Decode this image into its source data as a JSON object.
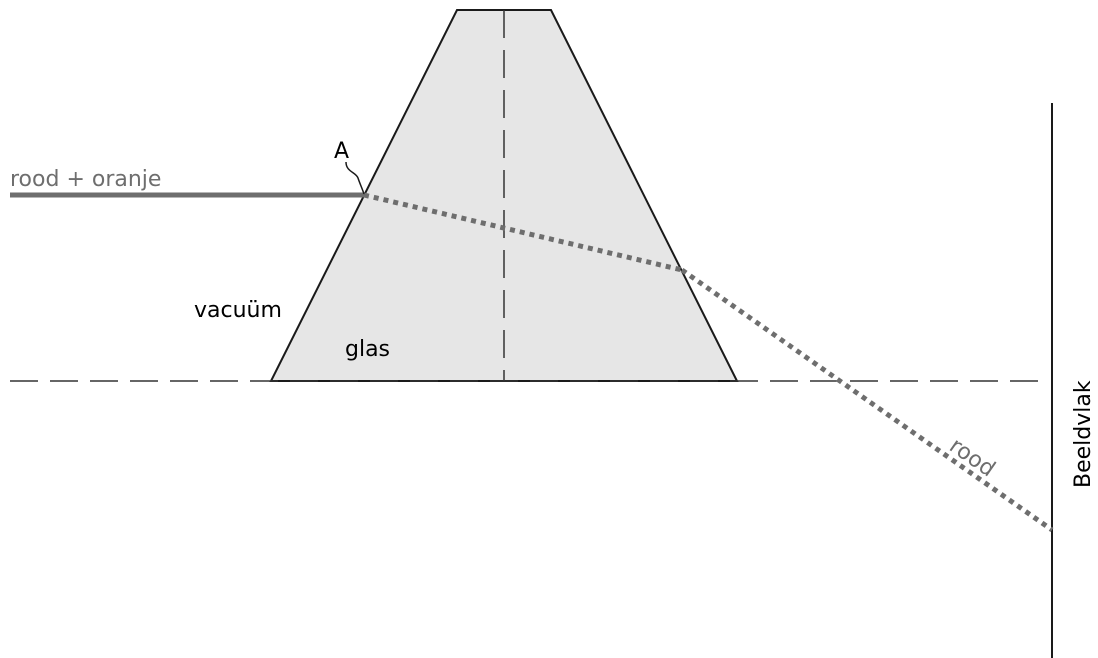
{
  "labels": {
    "incoming_ray": "rood + oranje",
    "point": "A",
    "medium_outside": "vacuüm",
    "medium_inside": "glas",
    "outgoing_ray": "rood",
    "screen": "Beeldvlak"
  },
  "colors": {
    "prism_fill": "#e6e6e6",
    "outline": "#1a1a1a",
    "ray": "#6e6e6e",
    "dashed_axis": "#333333",
    "label_dark": "#000000",
    "label_gray": "#6e6e6e"
  }
}
